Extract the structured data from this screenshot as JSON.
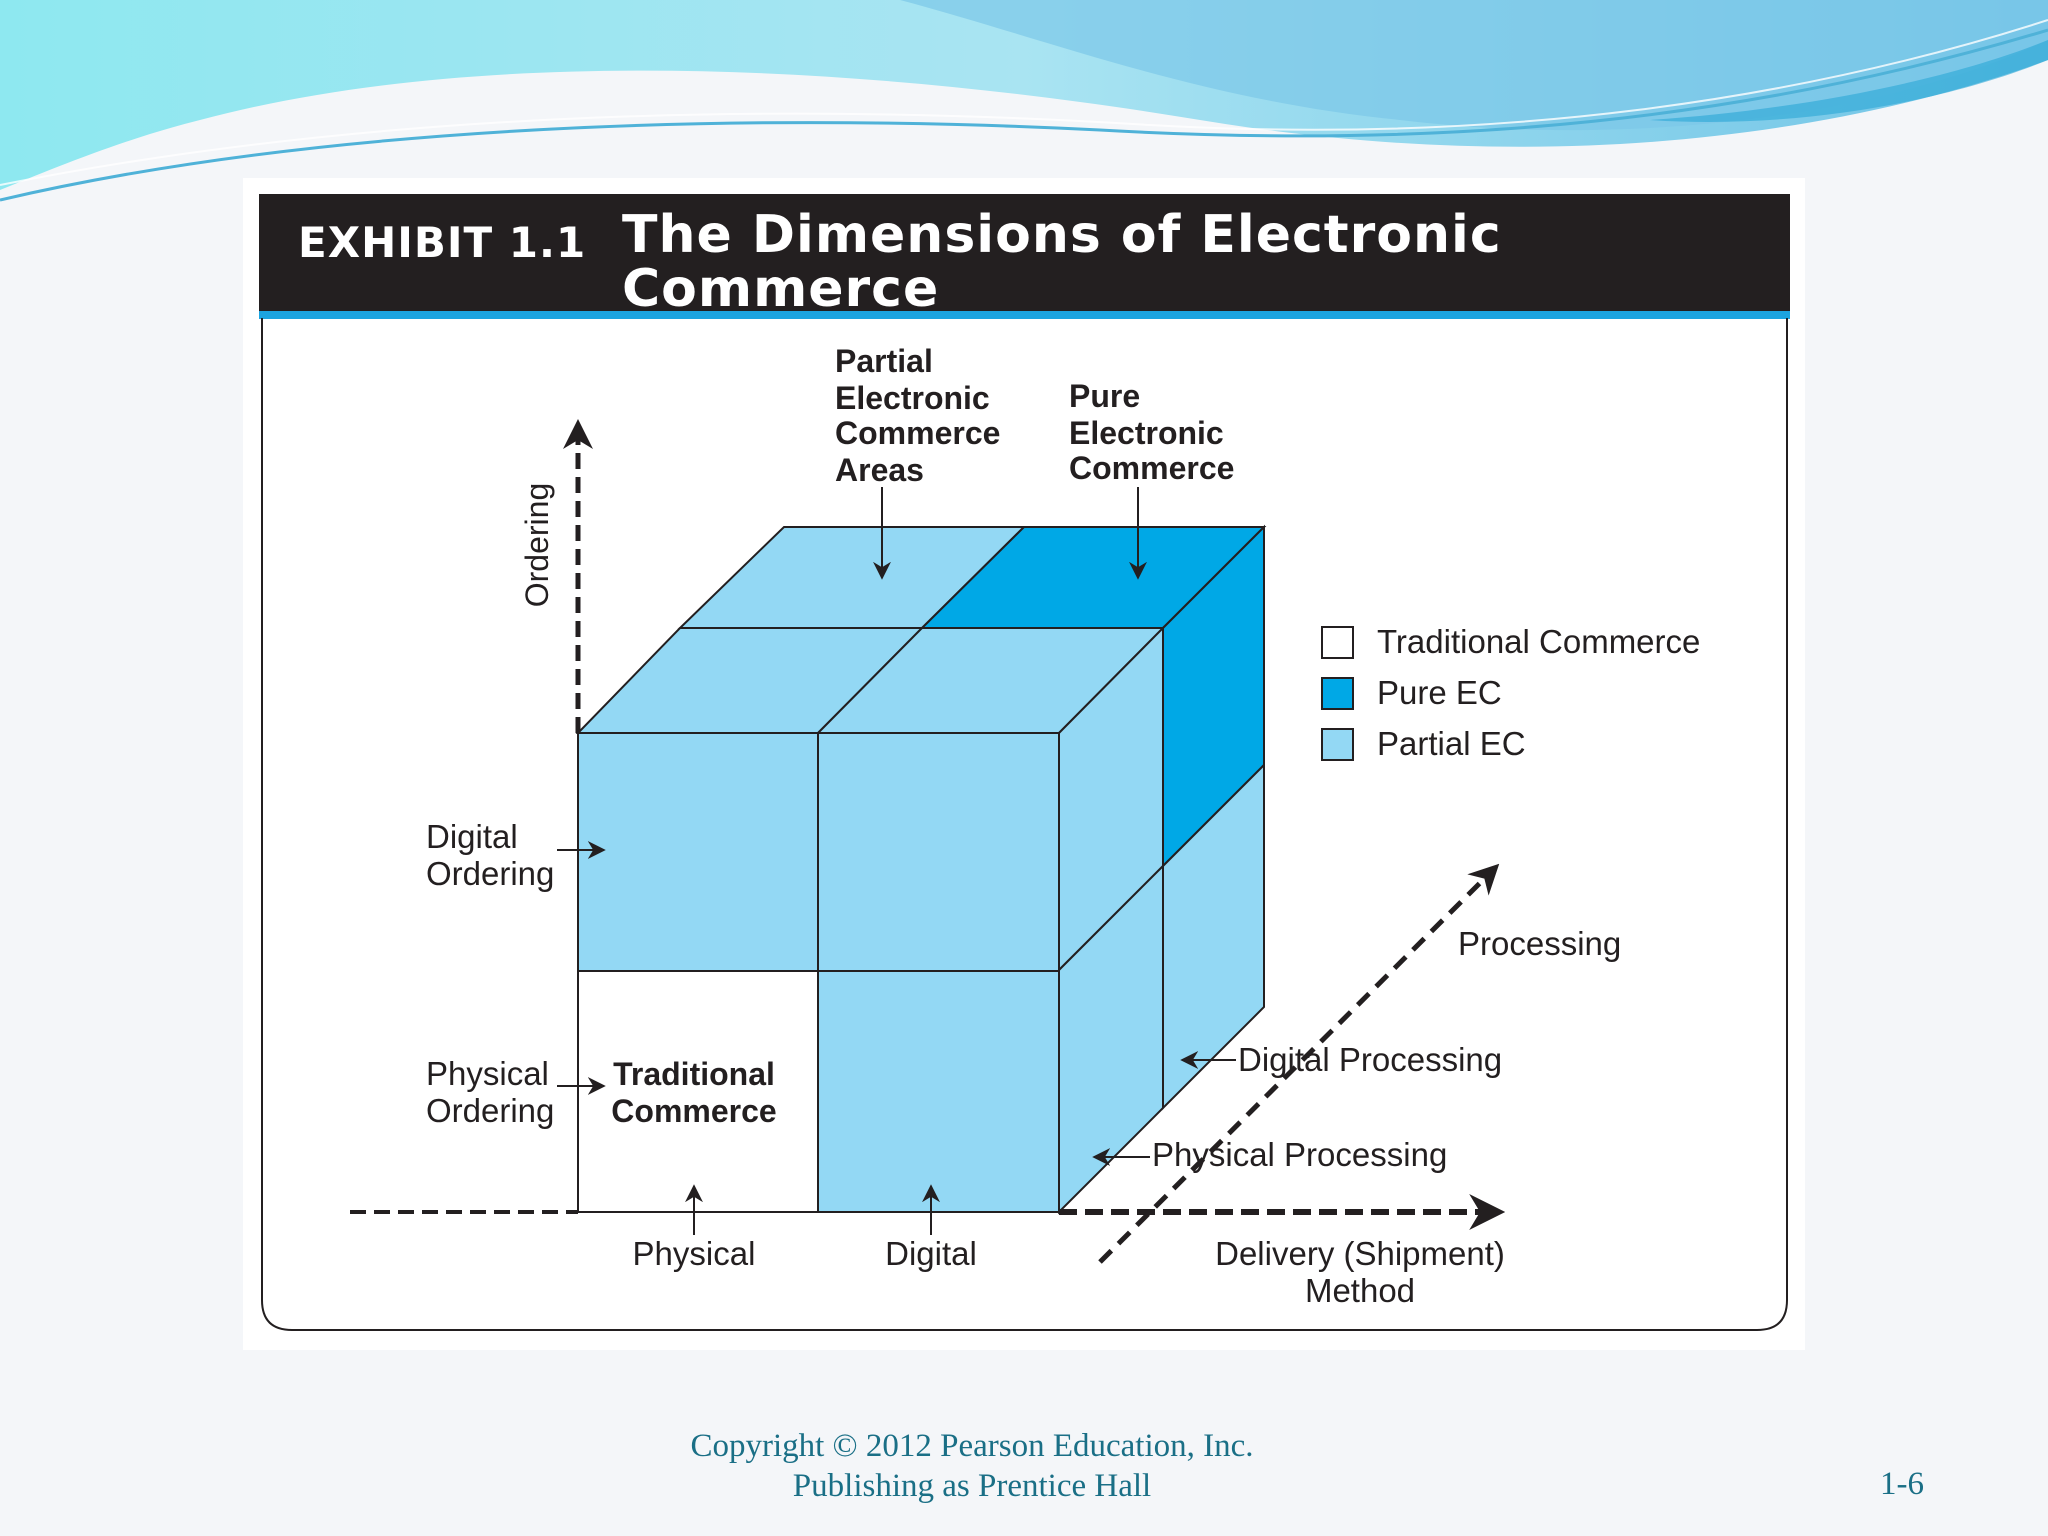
{
  "header": {
    "exhibit_label": "EXHIBIT 1.1",
    "title": "The Dimensions of Electronic Commerce"
  },
  "diagram": {
    "axes": {
      "ordering": "Ordering",
      "processing": "Processing",
      "delivery_line1": "Delivery (Shipment)",
      "delivery_line2": "Method"
    },
    "top_labels": {
      "partial_ec_areas": [
        "Partial",
        "Electronic",
        "Commerce",
        "Areas"
      ],
      "pure_ec": [
        "Pure",
        "Electronic",
        "Commerce"
      ]
    },
    "left_labels": {
      "digital_ordering": [
        "Digital",
        "Ordering"
      ],
      "physical_ordering": [
        "Physical",
        "Ordering"
      ]
    },
    "traditional_commerce": [
      "Traditional",
      "Commerce"
    ],
    "bottom_labels": {
      "physical": "Physical",
      "digital": "Digital"
    },
    "processing_labels": {
      "digital_processing": "Digital Processing",
      "physical_processing": "Physical Processing"
    },
    "legend": [
      {
        "label": "Traditional Commerce",
        "color": "#ffffff"
      },
      {
        "label": "Pure EC",
        "color": "#00a8e6"
      },
      {
        "label": "Partial EC",
        "color": "#93d8f4"
      }
    ],
    "colors": {
      "partial_ec": "#93d8f4",
      "pure_ec": "#00a8e6",
      "traditional": "#ffffff",
      "line": "#231f20"
    }
  },
  "footer": {
    "copyright_line1": "Copyright © 2012 Pearson Education, Inc.",
    "copyright_line2": "Publishing as Prentice Hall",
    "slide_number": "1-6"
  }
}
